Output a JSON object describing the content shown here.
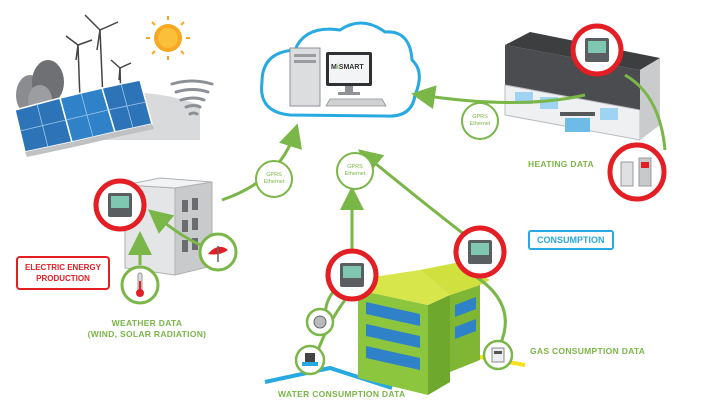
{
  "labels": {
    "electric_energy_production": "ELECTRIC ENERGY PRODUCTION",
    "consumption": "CONSUMPTION",
    "heating_data": "HEATING DATA",
    "weather_data_line1": "WEATHER DATA",
    "weather_data_line2": "(WIND, SOLAR RADIATION)",
    "gas_consumption_data": "GAS CONSUMPTION DATA",
    "water_consumption_data": "WATER CONSUMPTION DATA"
  },
  "computer_logo": {
    "prefix": "M",
    "accent": "i",
    "suffix": "SMART"
  },
  "comm_bubbles": [
    {
      "line1": "GPRS",
      "line2": "Ethernet"
    },
    {
      "line1": "GPRS",
      "line2": "Ethernet"
    },
    {
      "line1": "GPRS",
      "line2": "Ethernet"
    }
  ],
  "colors": {
    "green": "#7ab648",
    "red": "#e31e24",
    "blue": "#27a9e1"
  },
  "icons": [
    "wind-turbine-icon",
    "sun-icon",
    "tornado-icon",
    "solar-panel-icon",
    "thermometer-icon",
    "wind-vane-icon",
    "water-meter-icon",
    "gas-meter-icon",
    "boiler-icon",
    "computer-icon",
    "power-meter-icon"
  ]
}
